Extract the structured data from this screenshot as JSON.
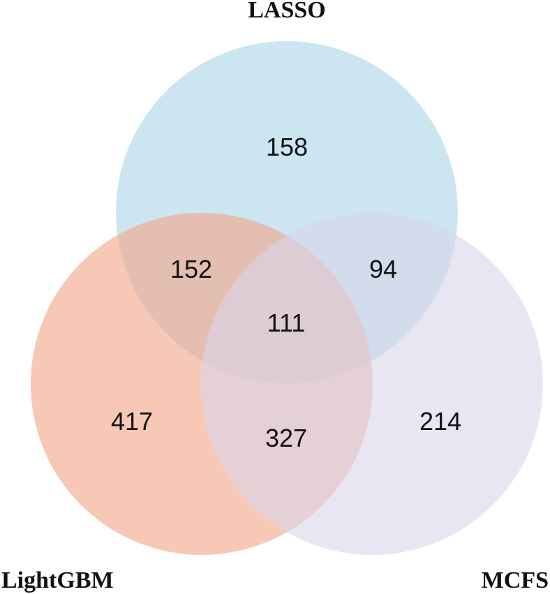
{
  "venn": {
    "sets": [
      {
        "name": "LASSO",
        "color": "#a9d6e8"
      },
      {
        "name": "LightGBM",
        "color": "#f4a487"
      },
      {
        "name": "MCFS",
        "color": "#d8d6ea"
      }
    ],
    "regions": {
      "lasso_only": "158",
      "lightgbm_only": "417",
      "mcfs_only": "214",
      "lasso_lightgbm": "152",
      "lasso_mcfs": "94",
      "lightgbm_mcfs": "327",
      "all_three": "111"
    }
  }
}
